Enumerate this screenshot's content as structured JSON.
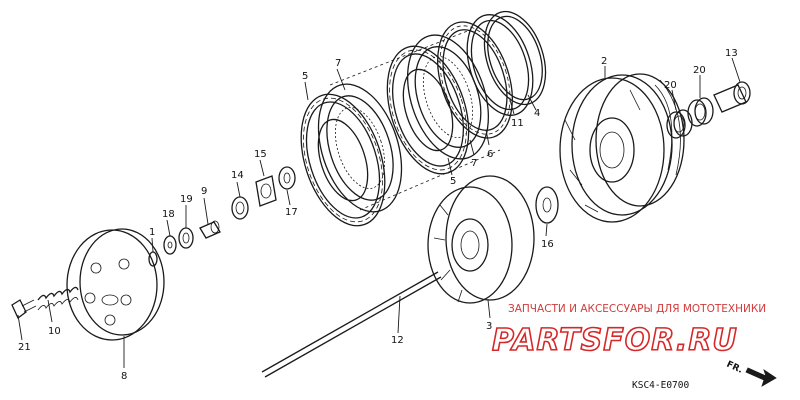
{
  "callouts": {
    "p1": "1",
    "p2": "2",
    "p3": "3",
    "p4": "4",
    "p5a": "5",
    "p5b": "5",
    "p6": "6",
    "p7a": "7",
    "p7b": "7",
    "p8": "8",
    "p9": "9",
    "p10": "10",
    "p11": "11",
    "p12": "12",
    "p13": "13",
    "p14": "14",
    "p15": "15",
    "p16": "16",
    "p17": "17",
    "p18": "18",
    "p19": "19",
    "p20a": "20",
    "p20b": "20",
    "p21": "21"
  },
  "watermark": {
    "tagline": "ЗАПЧАСТИ И АКСЕССУАРЫ ДЛЯ МОТОТЕХНИКИ",
    "brand": "PARTSFOR.RU",
    "color": "#d62828"
  },
  "diagram_code": "KSC4-E0700",
  "direction_label": "FR."
}
